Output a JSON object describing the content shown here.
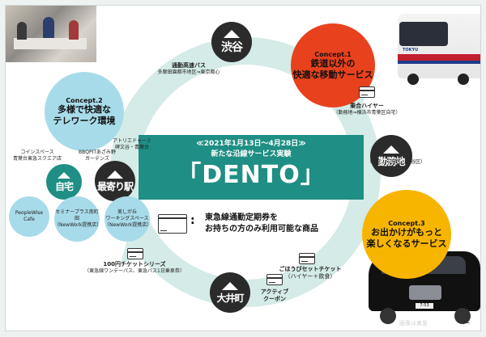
{
  "header": {
    "date_range": "≪2021年1月13日～4月28日≫",
    "subtitle": "新たな沿線サービス実験",
    "main_title": "「DENTO」"
  },
  "nodes": {
    "shibuya": "渋谷",
    "home": "自宅",
    "station": "最寄り駅",
    "office": "勤務地",
    "office_sub": "（渋区、中央区、渋谷区）",
    "oimachi": "大井町"
  },
  "concepts": {
    "c1": {
      "tag": "Concept.1",
      "line1": "鉄道以外の",
      "line2": "快適な移動サービス"
    },
    "c2": {
      "tag": "Concept.2",
      "line1": "多様で快適な",
      "line2": "テレワーク環境"
    },
    "c3": {
      "tag": "Concept.3",
      "line1": "お出かけがもっと",
      "line2": "楽しくなるサービス"
    }
  },
  "services": {
    "commuter_bus": {
      "line1": "通勤高速バス",
      "line2": "多摩田園都市地区⇒東京都心"
    },
    "hire": {
      "line1": "乗合ハイヤー",
      "line2": "（勤務地⇒横浜市青葉区自宅）"
    },
    "coin_space": {
      "line1": "コインスペース",
      "line2": "青葉台東急スクエア店"
    },
    "bbq": {
      "line1": "BBQPITあざみ野",
      "line2": "ガーデンズ"
    },
    "atelier": {
      "line1": "アトリエドゥーミ",
      "line2": "碑文谷・青葉台"
    },
    "peoplewise": {
      "line1": "PeopleWise",
      "line2": "Cafe"
    },
    "seminar": {
      "line1": "セミナープラス南町田",
      "line2": "（NewWork提携店）"
    },
    "utsukushigaoka": {
      "line1": "美しが丘",
      "line2": "ワーキングスペース",
      "line3": "（NewWork提携店）"
    },
    "ticket": {
      "line1": "100円チケットシリーズ",
      "line2": "（東急線ワンデーパス、東急バス1日乗車券）"
    },
    "reward": {
      "line1": "ごほうびセットチケット",
      "line2": "（ハイヤー＋飲食）"
    },
    "coupon": {
      "line1": "アクティブ",
      "line2": "クーポン"
    }
  },
  "notice": {
    "line1": "東急線通勤定期券を",
    "line2": "お持ちの方のみ利用可能な商品"
  },
  "bus_text": "TOKYU",
  "page_number": "2",
  "watermark": "画像は東急",
  "colors": {
    "teal": "#1f8e84",
    "teal_light": "#d4ebe7",
    "red": "#e8411e",
    "yellow": "#f7b500",
    "dark": "#2b2b2b",
    "light_blue": "#a8dbe9"
  }
}
